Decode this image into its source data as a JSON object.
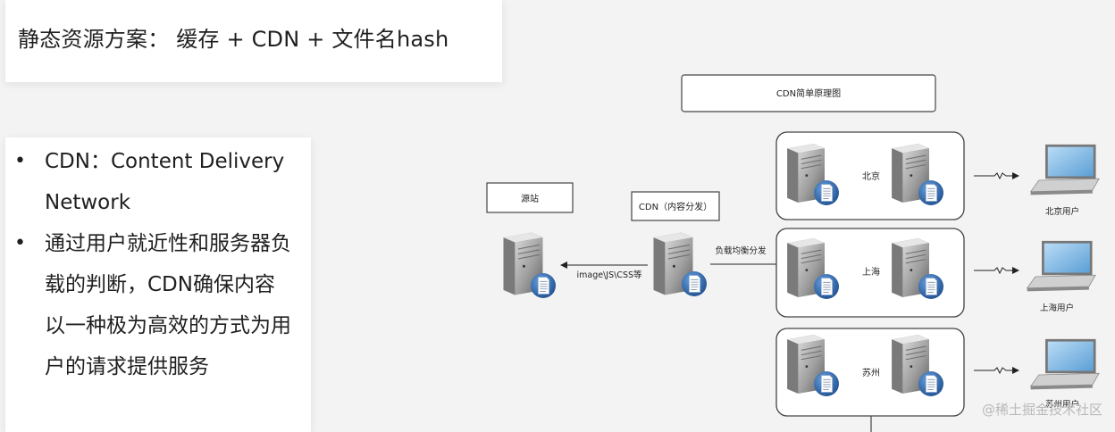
{
  "title_card": {
    "title": "静态资源方案： 缓存 + CDN + 文件名hash"
  },
  "bullets": [
    {
      "text": "CDN：Content Delivery Network"
    },
    {
      "text": "通过用户就近性和服务器负载的判断，CDN确保内容以一种极为高效的方式为用户的请求提供服务"
    }
  ],
  "diagram": {
    "title": "CDN简单原理图",
    "origin_label": "源站",
    "cdn_label": "CDN（内容分发）",
    "arrow_left_label": "image\\JS\\CSS等",
    "arrow_right_label": "负载均衡分发",
    "nodes": [
      {
        "city": "北京",
        "user": "北京用户"
      },
      {
        "city": "上海",
        "user": "上海用户"
      },
      {
        "city": "苏州",
        "user": "苏州用户"
      }
    ]
  },
  "watermark": "@稀土掘金技术社区",
  "icons": [
    "server-icon",
    "document-icon",
    "laptop-icon",
    "arrow-icon"
  ]
}
